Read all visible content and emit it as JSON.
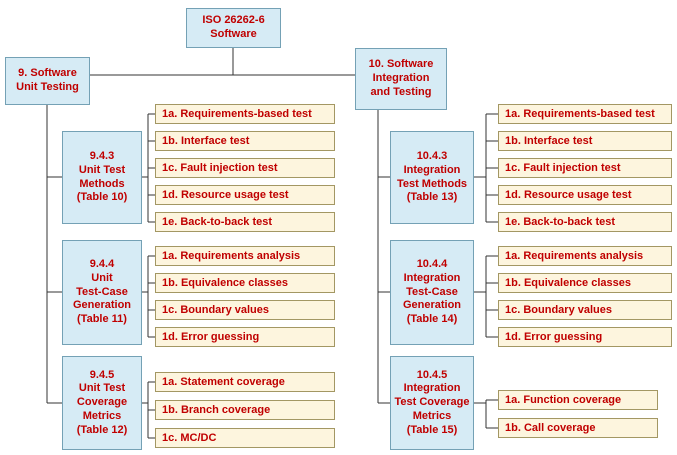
{
  "title": "ISO 26262-6 Software testing structure diagram",
  "colors": {
    "category_fill": "#d6ebf5",
    "category_border": "#74a1b5",
    "item_fill": "#fdf5de",
    "item_border": "#a39763",
    "text": "#c00000",
    "line": "#333333"
  },
  "root": {
    "label": "ISO 26262-6\nSoftware"
  },
  "branches": [
    {
      "label": "9. Software\nUnit Testing",
      "groups": [
        {
          "label": "9.4.3\nUnit Test\nMethods\n(Table 10)",
          "items": [
            "1a. Requirements-based test",
            "1b. Interface test",
            "1c. Fault injection test",
            "1d. Resource usage test",
            "1e. Back-to-back test"
          ]
        },
        {
          "label": "9.4.4\nUnit\nTest-Case\nGeneration\n(Table 11)",
          "items": [
            "1a. Requirements analysis",
            "1b. Equivalence classes",
            "1c. Boundary values",
            "1d. Error guessing"
          ]
        },
        {
          "label": "9.4.5\nUnit Test\nCoverage\nMetrics\n(Table 12)",
          "items": [
            "1a. Statement coverage",
            "1b. Branch coverage",
            "1c. MC/DC"
          ]
        }
      ]
    },
    {
      "label": "10. Software\nIntegration\nand Testing",
      "groups": [
        {
          "label": "10.4.3\nIntegration\nTest Methods\n(Table 13)",
          "items": [
            "1a. Requirements-based test",
            "1b. Interface test",
            "1c. Fault injection test",
            "1d. Resource usage test",
            "1e. Back-to-back test"
          ]
        },
        {
          "label": "10.4.4\nIntegration\nTest-Case\nGeneration\n(Table 14)",
          "items": [
            "1a. Requirements analysis",
            "1b. Equivalence classes",
            "1c. Boundary values",
            "1d. Error guessing"
          ]
        },
        {
          "label": "10.4.5\nIntegration\nTest Coverage\nMetrics\n(Table 15)",
          "items": [
            "1a. Function coverage",
            "1b. Call coverage"
          ]
        }
      ]
    }
  ]
}
